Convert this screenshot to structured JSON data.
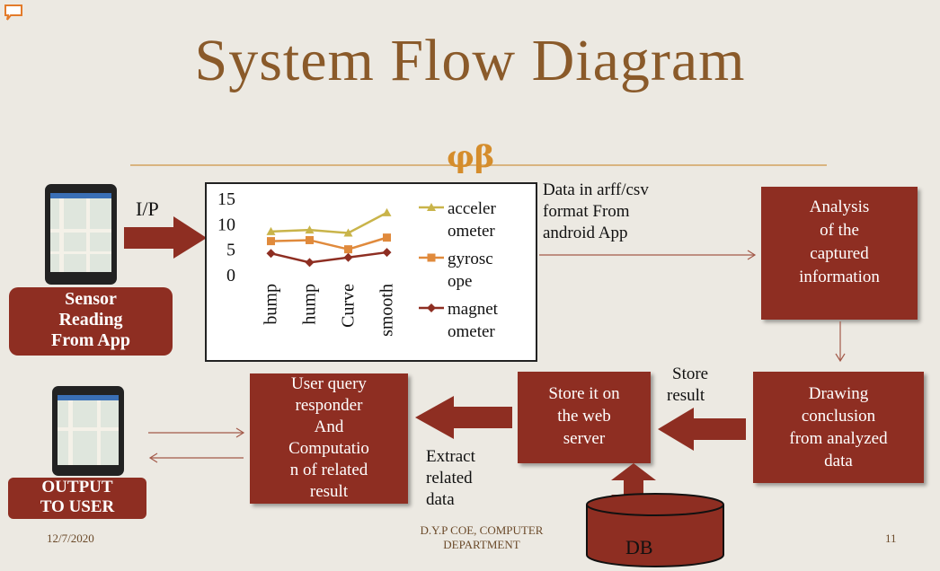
{
  "slide": {
    "title": "System Flow Diagram",
    "ornament": "φβ"
  },
  "input": {
    "arrow_label": "I/P",
    "sensor_label": [
      "Sensor",
      "Reading",
      "From App"
    ]
  },
  "chart_data": {
    "type": "line",
    "categories": [
      "bump",
      "hump",
      "Curve",
      "smooth"
    ],
    "ylim": [
      0,
      15
    ],
    "yticks": [
      "15",
      "10",
      "5",
      "0"
    ],
    "series": [
      {
        "name": "accelerometer",
        "legend_lines": [
          "acceler",
          "ometer"
        ],
        "color": "#c9b44a",
        "marker": "triangle",
        "values": [
          8.5,
          8.8,
          8.2,
          12.2
        ]
      },
      {
        "name": "gyroscope",
        "legend_lines": [
          "gyrosc",
          "ope"
        ],
        "color": "#e08a3c",
        "marker": "square",
        "values": [
          6.6,
          6.8,
          5.0,
          7.3
        ]
      },
      {
        "name": "magnetometer",
        "legend_lines": [
          "magnet",
          "ometer"
        ],
        "color": "#8e2e22",
        "marker": "diamond",
        "values": [
          4.2,
          2.4,
          3.4,
          4.4
        ]
      }
    ]
  },
  "flow": {
    "data_format_text": [
      "Data in arff/csv",
      "format From",
      "android App"
    ],
    "analysis_box": [
      "Analysis",
      "of the",
      "captured",
      "information"
    ],
    "conclusion_box": [
      "Drawing",
      "conclusion",
      "from analyzed",
      "data"
    ],
    "store_result_text": [
      "Store",
      "result"
    ],
    "web_server_box": [
      "Store it on",
      "the web",
      "server"
    ],
    "extract_text": [
      "Extract",
      "related",
      "data"
    ],
    "query_box": [
      "User query",
      "responder",
      "And",
      "Computatio",
      "n of related",
      "result"
    ],
    "db_label": "DB",
    "output_label": [
      "OUTPUT",
      "TO USER"
    ]
  },
  "footer": {
    "date": "12/7/2020",
    "institution": [
      "D.Y.P COE, COMPUTER",
      "DEPARTMENT"
    ],
    "page": "11"
  },
  "colors": {
    "box": "#8e2e22",
    "title": "#8a5a2a",
    "background": "#ece9e2"
  }
}
